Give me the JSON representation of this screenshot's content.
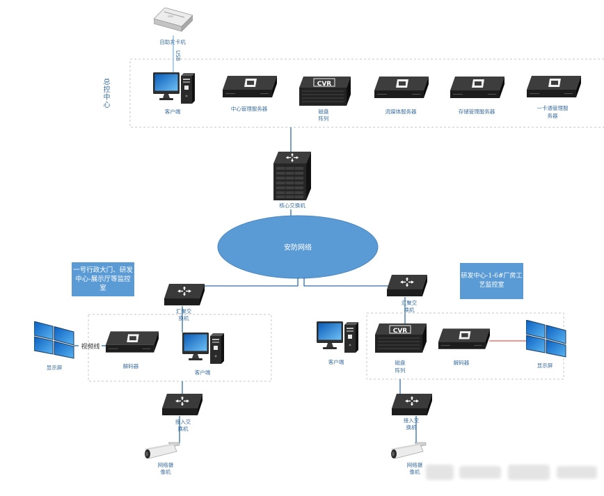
{
  "card_reader": {
    "label": "自助发卡机",
    "link": "USB"
  },
  "control_center": {
    "title": "总控中心",
    "client": "客户端",
    "center_server": "中心管理服务器",
    "cvr_face": "CVR",
    "disk_array": [
      "磁盘",
      "阵列"
    ],
    "stream_server": "流媒体服务器",
    "storage_server": "存储管理服务器",
    "card_server": [
      "一卡通管理服",
      "务器"
    ]
  },
  "core_switch": "核心交换机",
  "network": "安防网络",
  "left_site": {
    "title": "一号行政大门、研发中心-展示厅等监控室",
    "agg_switch": [
      "汇聚交",
      "换机"
    ],
    "display": "显示屏",
    "video_cable": "视频线",
    "decoder": "解码器",
    "client": "客户端",
    "access_switch": [
      "接入交",
      "换机"
    ],
    "camera": [
      "网络摄",
      "像机"
    ]
  },
  "right_site": {
    "title": "研发中心-1-6#厂房工艺监控室",
    "agg_switch": [
      "汇聚交",
      "换机"
    ],
    "client": "客户端",
    "cvr_face": "CVR",
    "disk_array": [
      "磁盘",
      "阵列"
    ],
    "decoder": "解码器",
    "display": "显示屏",
    "access_switch": [
      "接入交",
      "换机"
    ],
    "camera": [
      "网络摄",
      "像机"
    ]
  },
  "colors": {
    "network": "#5b9bd5",
    "site_box": "#5b9bd5",
    "link": "#2f6ca6",
    "video_link": "#e05a5a"
  }
}
